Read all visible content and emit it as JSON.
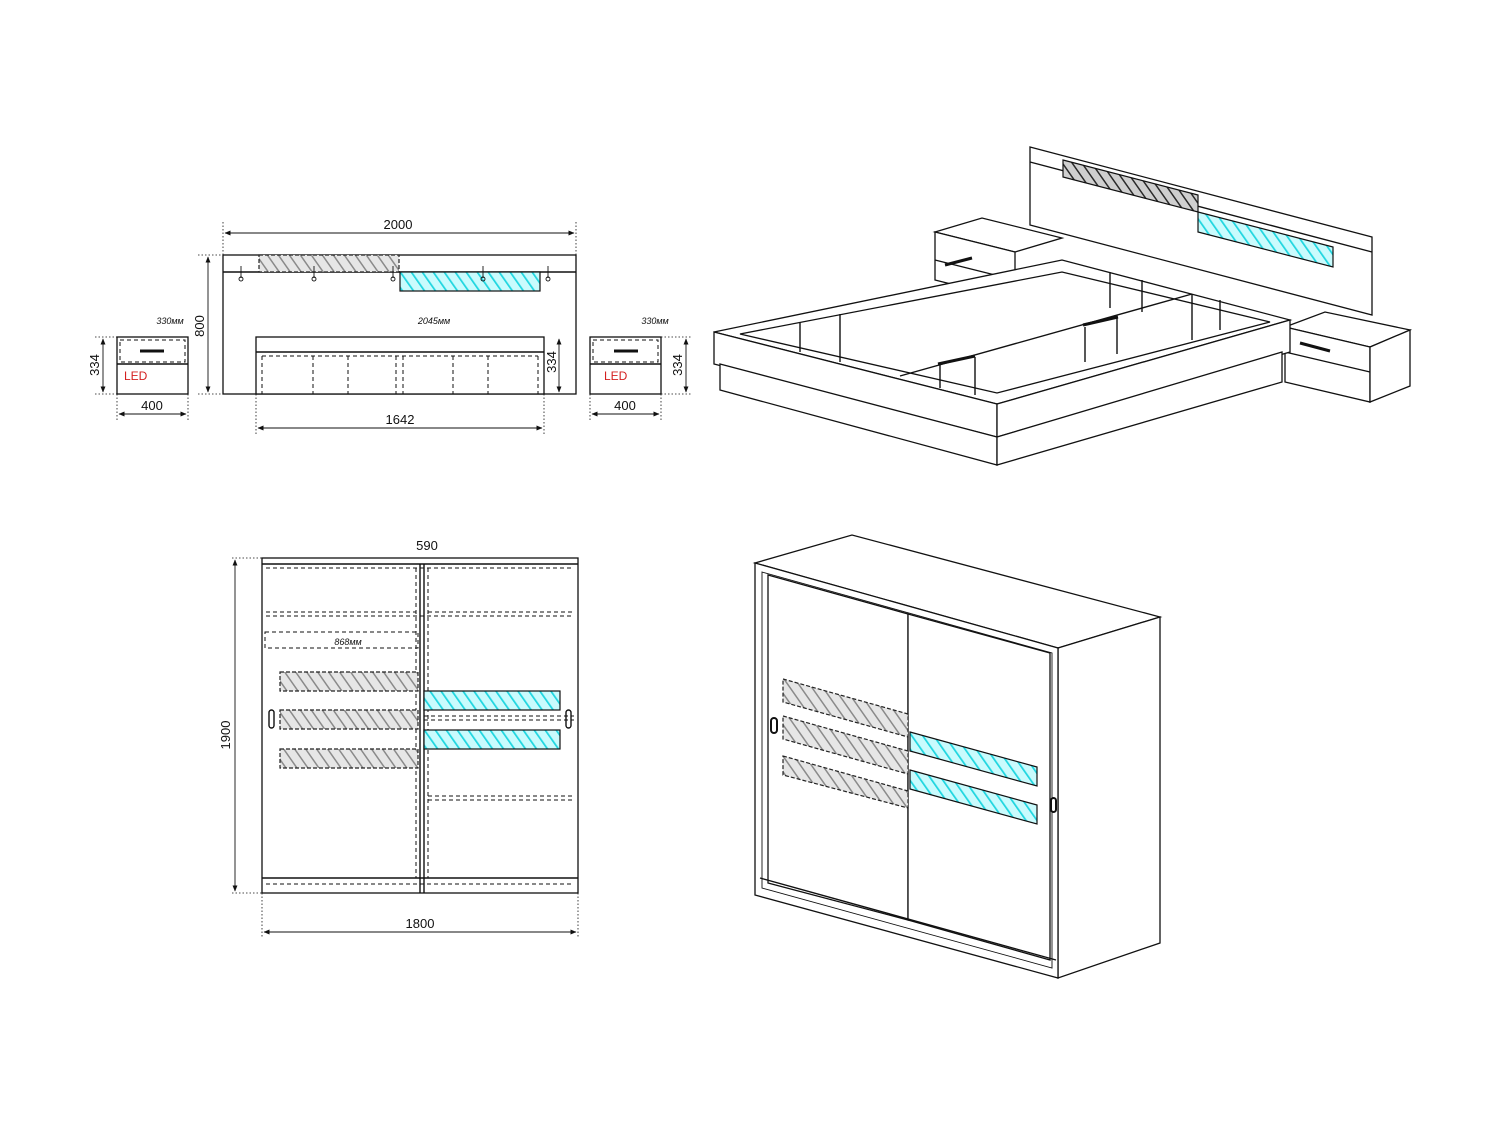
{
  "bed_front": {
    "width_label": "2000",
    "height_label": "800",
    "length_label": "2045мм",
    "base_width_label": "1642",
    "base_height_label": "334"
  },
  "nightstand_left": {
    "depth_label": "330мм",
    "height_label": "334",
    "width_label": "400",
    "led_label": "LED"
  },
  "nightstand_right": {
    "depth_label": "330мм",
    "height_label": "334",
    "width_label": "400",
    "led_label": "LED"
  },
  "wardrobe_front": {
    "depth_label": "590",
    "height_label": "1900",
    "width_label": "1800",
    "inner_width_label": "868мм"
  },
  "colors": {
    "line": "#111111",
    "hatch_grey": "#9a9a9a",
    "hatch_cyan": "#2ee6ee",
    "hatch_dark": "#333333",
    "led_text": "#d42020"
  }
}
